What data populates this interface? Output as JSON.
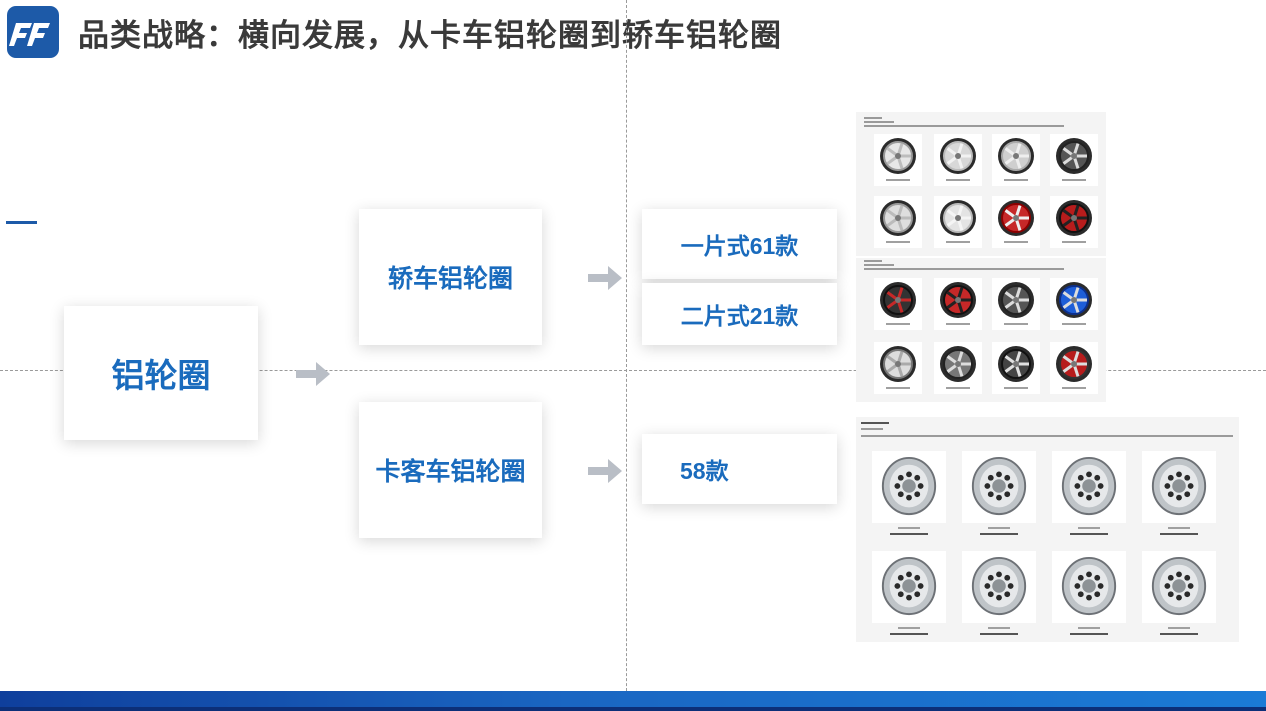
{
  "header": {
    "title": "品类战略：横向发展，从卡车铝轮圈到轿车铝轮圈"
  },
  "tree": {
    "root": "铝轮圈",
    "car": "轿车铝轮圈",
    "truck": "卡客车铝轮圈",
    "car_one_piece": "一片式61款",
    "car_two_piece": "二片式21款",
    "truck_count": "58款"
  },
  "colors": {
    "brand_blue": "#1d5aa8",
    "label_blue": "#1a6bbd",
    "title_gray": "#3a3a3a",
    "arrow_gray": "#b9bec6"
  },
  "icons": {
    "logo": "company-logo-icon",
    "arrow": "chevron-arrow-icon",
    "wheel": "alloy-wheel-icon"
  }
}
